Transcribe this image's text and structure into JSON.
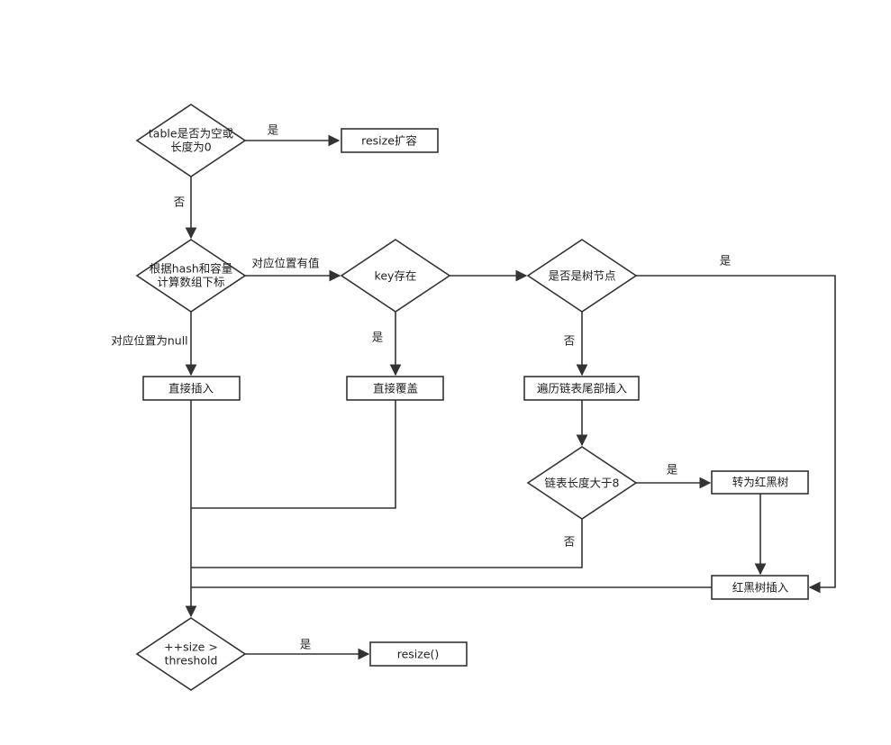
{
  "nodes": {
    "table_empty": {
      "line1": "table是否为空或",
      "line2": "长度为0"
    },
    "resize_expand": {
      "label": "resize扩容"
    },
    "hash_index": {
      "line1": "根据hash和容量",
      "line2": "计算数组下标"
    },
    "key_exists": {
      "label": "key存在"
    },
    "is_tree_node": {
      "label": "是否是树节点"
    },
    "direct_insert": {
      "label": "直接插入"
    },
    "direct_overwrite": {
      "label": "直接覆盖"
    },
    "traverse_list": {
      "label": "遍历链表尾部插入"
    },
    "list_length_check": {
      "label": "链表长度大于8"
    },
    "to_red_black_tree": {
      "label": "转为红黑树"
    },
    "red_black_insert": {
      "label": "红黑树插入"
    },
    "size_threshold": {
      "line1": "++size >",
      "line2": "threshold"
    },
    "resize_call": {
      "label": "resize()"
    }
  },
  "edges": {
    "table_yes": "是",
    "table_no": "否",
    "slot_has_value": "对应位置有值",
    "slot_null": "对应位置为null",
    "key_yes": "是",
    "tree_yes": "是",
    "tree_no": "否",
    "length_yes": "是",
    "length_no": "否",
    "threshold_yes": "是"
  }
}
